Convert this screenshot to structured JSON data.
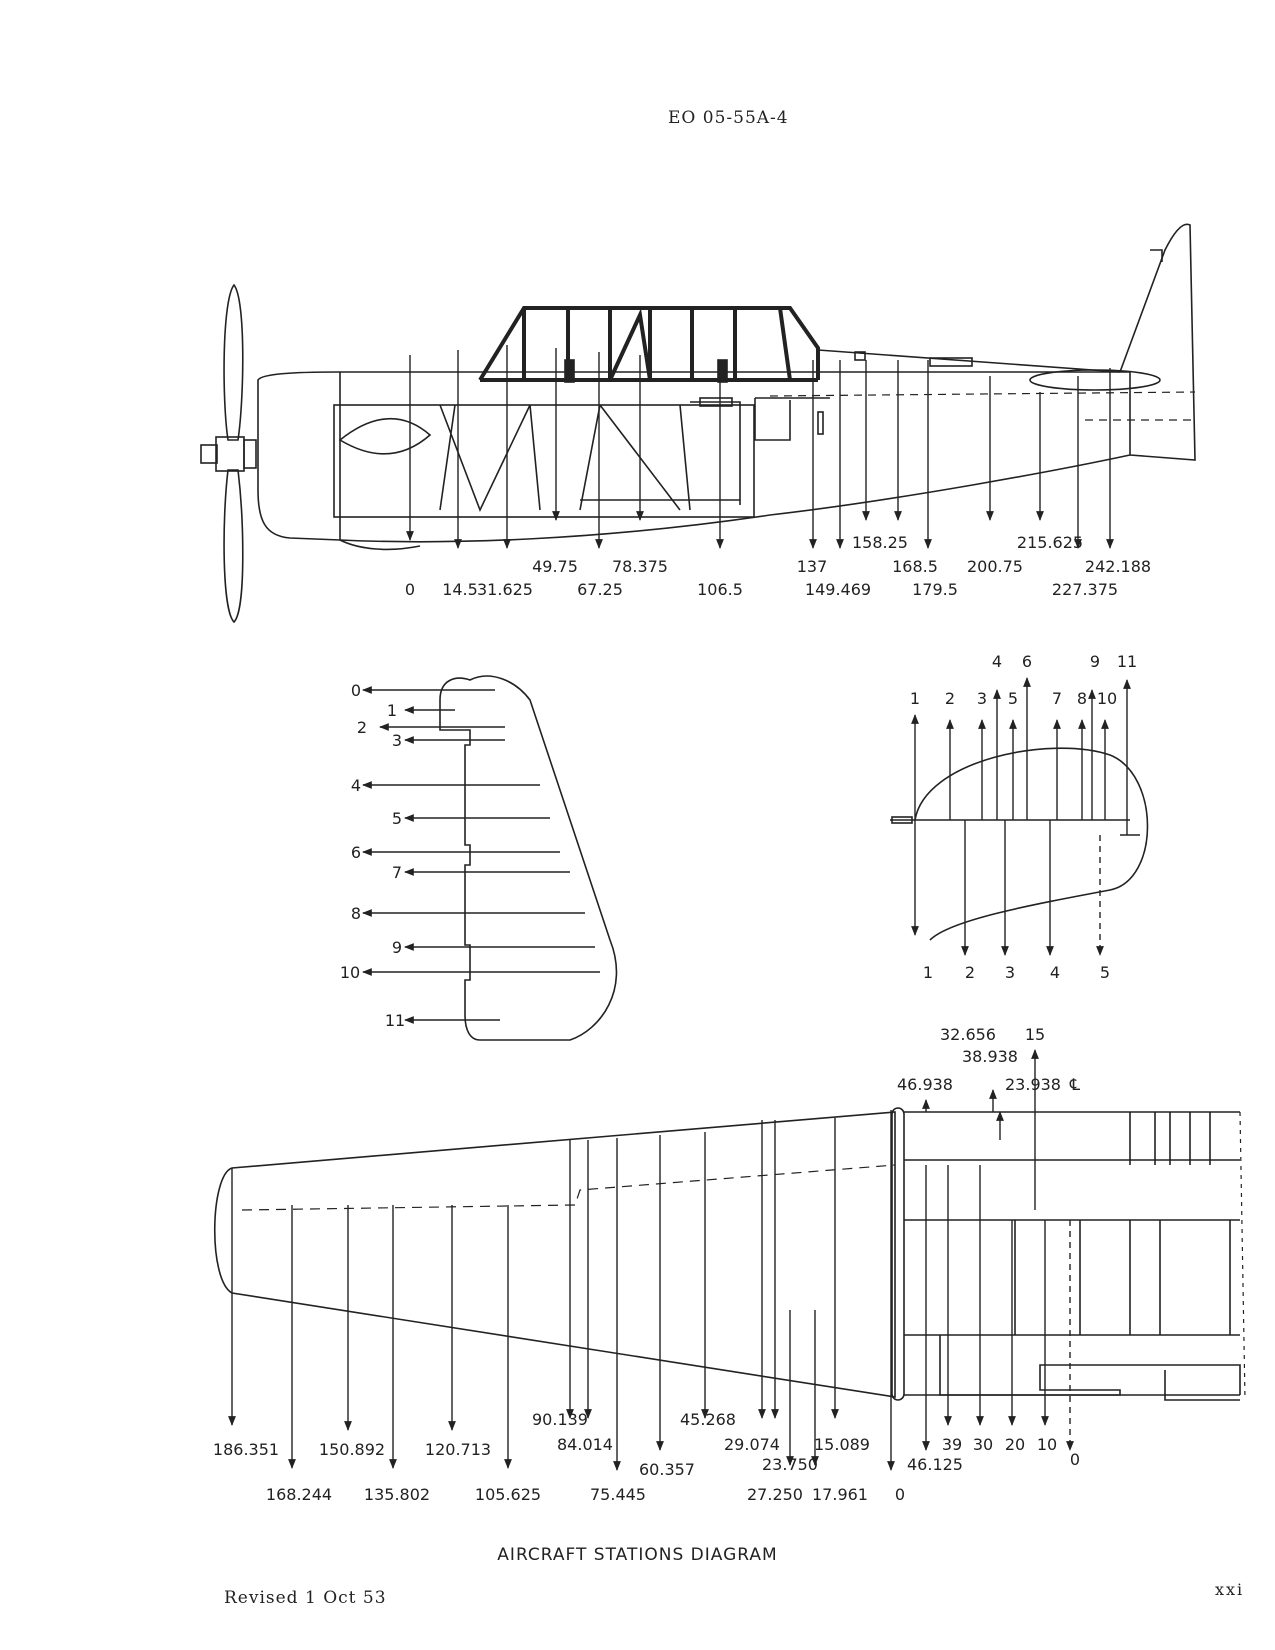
{
  "header": {
    "doc_number": "EO 05-55A-4"
  },
  "footer": {
    "caption": "AIRCRAFT STATIONS DIAGRAM",
    "revised": "Revised 1 Oct 53",
    "page_number": "xxi"
  },
  "fuselage": {
    "stations": [
      "0",
      "14.5",
      "31.625",
      "49.75",
      "67.25",
      "78.375",
      "106.5",
      "137",
      "149.469",
      "158.25",
      "168.5",
      "179.5",
      "200.75",
      "215.625",
      "227.375",
      "242.188"
    ]
  },
  "rudder": {
    "stations": [
      "0",
      "1",
      "2",
      "3",
      "4",
      "5",
      "6",
      "7",
      "8",
      "9",
      "10",
      "11"
    ]
  },
  "stabilizer": {
    "top_stations": [
      "1",
      "2",
      "3",
      "4",
      "5",
      "6",
      "7",
      "8",
      "9",
      "10",
      "11"
    ],
    "bottom_stations": [
      "1",
      "2",
      "3",
      "4",
      "5"
    ]
  },
  "wing": {
    "top_labels": [
      "32.656",
      "15",
      "38.938",
      "46.938",
      "23.938",
      "℄"
    ],
    "outer_stations": [
      "186.351",
      "168.244",
      "150.892",
      "135.802",
      "120.713",
      "105.625",
      "90.139",
      "84.014",
      "75.445",
      "60.357",
      "45.268",
      "29.074",
      "23.750",
      "27.250",
      "15.089",
      "17.961",
      "0"
    ],
    "inner_stations": [
      "46.125",
      "39",
      "30",
      "20",
      "10",
      "0"
    ]
  }
}
